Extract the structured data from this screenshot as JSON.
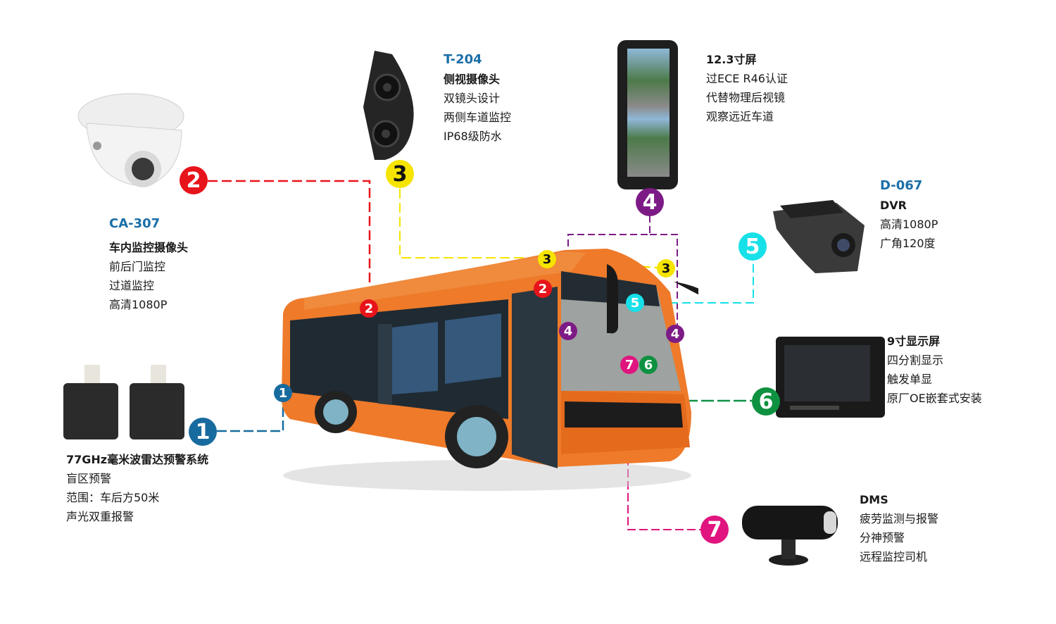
{
  "colors": {
    "model_blue": "#1a6fa8",
    "m1": "#176b9e",
    "m2": "#e8141b",
    "m3": "#f5e400",
    "m4": "#7d1b86",
    "m5": "#16e0e8",
    "m6": "#0e9140",
    "m7": "#e0157f",
    "bus_orange": "#ee7a2a"
  },
  "devices": [
    {
      "id": 1,
      "model": "",
      "title": "77GHz毫米波雷达预警系统",
      "lines": [
        "盲区预警",
        "范围：车后方50米",
        "声光双重报警"
      ],
      "image": "radar-sensor-pair"
    },
    {
      "id": 2,
      "model": "CA-307",
      "title": "车内监控摄像头",
      "lines": [
        "前后门监控",
        "过道监控",
        "高清1080P"
      ],
      "image": "dome-camera"
    },
    {
      "id": 3,
      "model": "T-204",
      "title": "侧视摄像头",
      "lines": [
        "双镜头设计",
        "两侧车道监控",
        "IP68级防水"
      ],
      "image": "dual-lens-side-camera"
    },
    {
      "id": 4,
      "model": "",
      "title": "12.3寸屏",
      "lines": [
        "过ECE R46认证",
        "代替物理后视镜",
        "观察远近车道"
      ],
      "image": "mirror-display"
    },
    {
      "id": 5,
      "model": "D-067",
      "title": "DVR",
      "lines": [
        "高清1080P",
        "广角120度"
      ],
      "image": "dash-dvr"
    },
    {
      "id": 6,
      "model": "",
      "title": "9寸显示屏",
      "lines": [
        "四分割显示",
        "触发单显",
        "原厂OE嵌套式安装"
      ],
      "image": "monitor-9inch"
    },
    {
      "id": 7,
      "model": "",
      "title": "DMS",
      "lines": [
        "疲劳监测与报警",
        "分神预警",
        "远程监控司机"
      ],
      "image": "dms-camera"
    }
  ],
  "markers": {
    "big": [
      "1",
      "2",
      "3",
      "4",
      "5",
      "6",
      "7"
    ],
    "bus_points": [
      "1",
      "2",
      "2",
      "3",
      "3",
      "4",
      "4",
      "5",
      "6",
      "7"
    ]
  }
}
